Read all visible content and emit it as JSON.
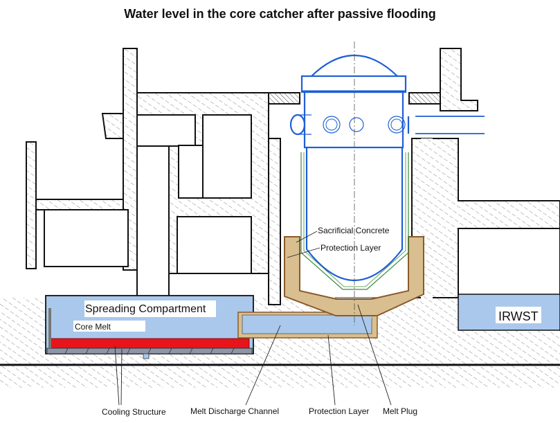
{
  "title": "Water level in the core catcher after passive flooding",
  "colors": {
    "water": "#a9c8ec",
    "core_melt": "#e8141c",
    "protection_layer": "#d9bf8f",
    "protection_layer_edge": "#8a5a2b",
    "vessel": "#1f5fd6",
    "wall_stroke": "#111111",
    "hatch": "#777777"
  },
  "labels": {
    "spreading_compartment": "Spreading Compartment",
    "core_melt": "Core Melt",
    "sacrificial_concrete": "Sacrificial Concrete",
    "protection_layer_upper": "Protection Layer",
    "irwst": "IRWST",
    "cooling_structure": "Cooling Structure",
    "melt_discharge_channel": "Melt Discharge Channel",
    "protection_layer_lower": "Protection Layer",
    "melt_plug": "Melt Plug"
  }
}
